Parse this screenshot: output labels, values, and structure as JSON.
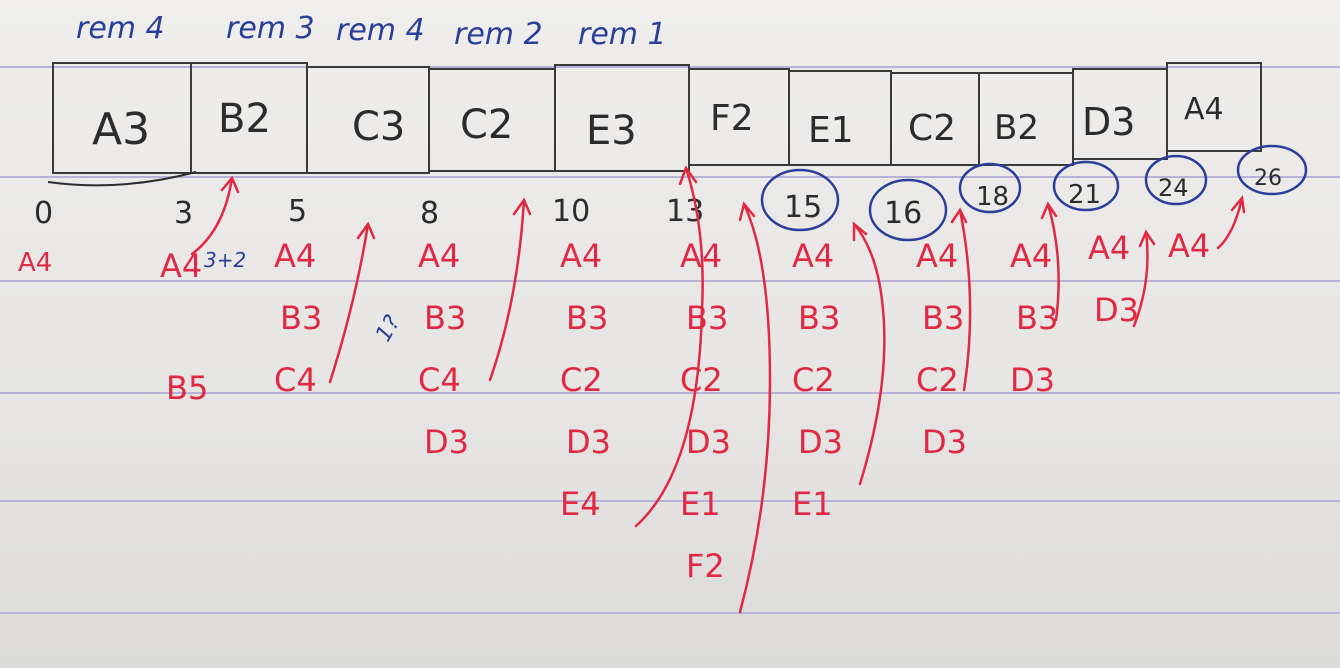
{
  "page": {
    "annotations_top": [
      "rem 4",
      "rem 3",
      "rem 4",
      "rem 2",
      "rem 1"
    ],
    "gantt_cells": [
      "A3",
      "B2",
      "C3",
      "C2",
      "E3",
      "F2",
      "E1",
      "C2",
      "B2",
      "D3",
      "A4"
    ],
    "time_ticks": [
      "0",
      "3",
      "5",
      "8",
      "10",
      "13",
      "15",
      "16",
      "18",
      "21",
      "24",
      "26"
    ],
    "queue_columns": [
      {
        "items": [
          "A4",
          "B5",
          "A4"
        ],
        "note": "3+2"
      },
      {
        "items": [
          "A4",
          "B3",
          "C4"
        ]
      },
      {
        "items": [
          "A4",
          "B3",
          "C4",
          "D3"
        ],
        "note": "1?"
      },
      {
        "items": [
          "A4",
          "B3",
          "C2",
          "D3",
          "E4"
        ]
      },
      {
        "items": [
          "A4",
          "B3",
          "C2",
          "D3",
          "E1",
          "F2"
        ]
      },
      {
        "items": [
          "A4",
          "B3",
          "C2",
          "D3",
          "E1"
        ]
      },
      {
        "items": [
          "A4",
          "B3",
          "C2",
          "D3"
        ]
      },
      {
        "items": [
          "A4",
          "B3",
          "D3"
        ]
      },
      {
        "items": [
          "A4",
          "D3"
        ]
      },
      {
        "items": [
          "A4"
        ]
      }
    ]
  },
  "colors": {
    "pen_blue": "#2b3f9a",
    "pen_red": "#e02945",
    "pencil": "#2c2c2c",
    "rule": "#b7b2d8"
  }
}
